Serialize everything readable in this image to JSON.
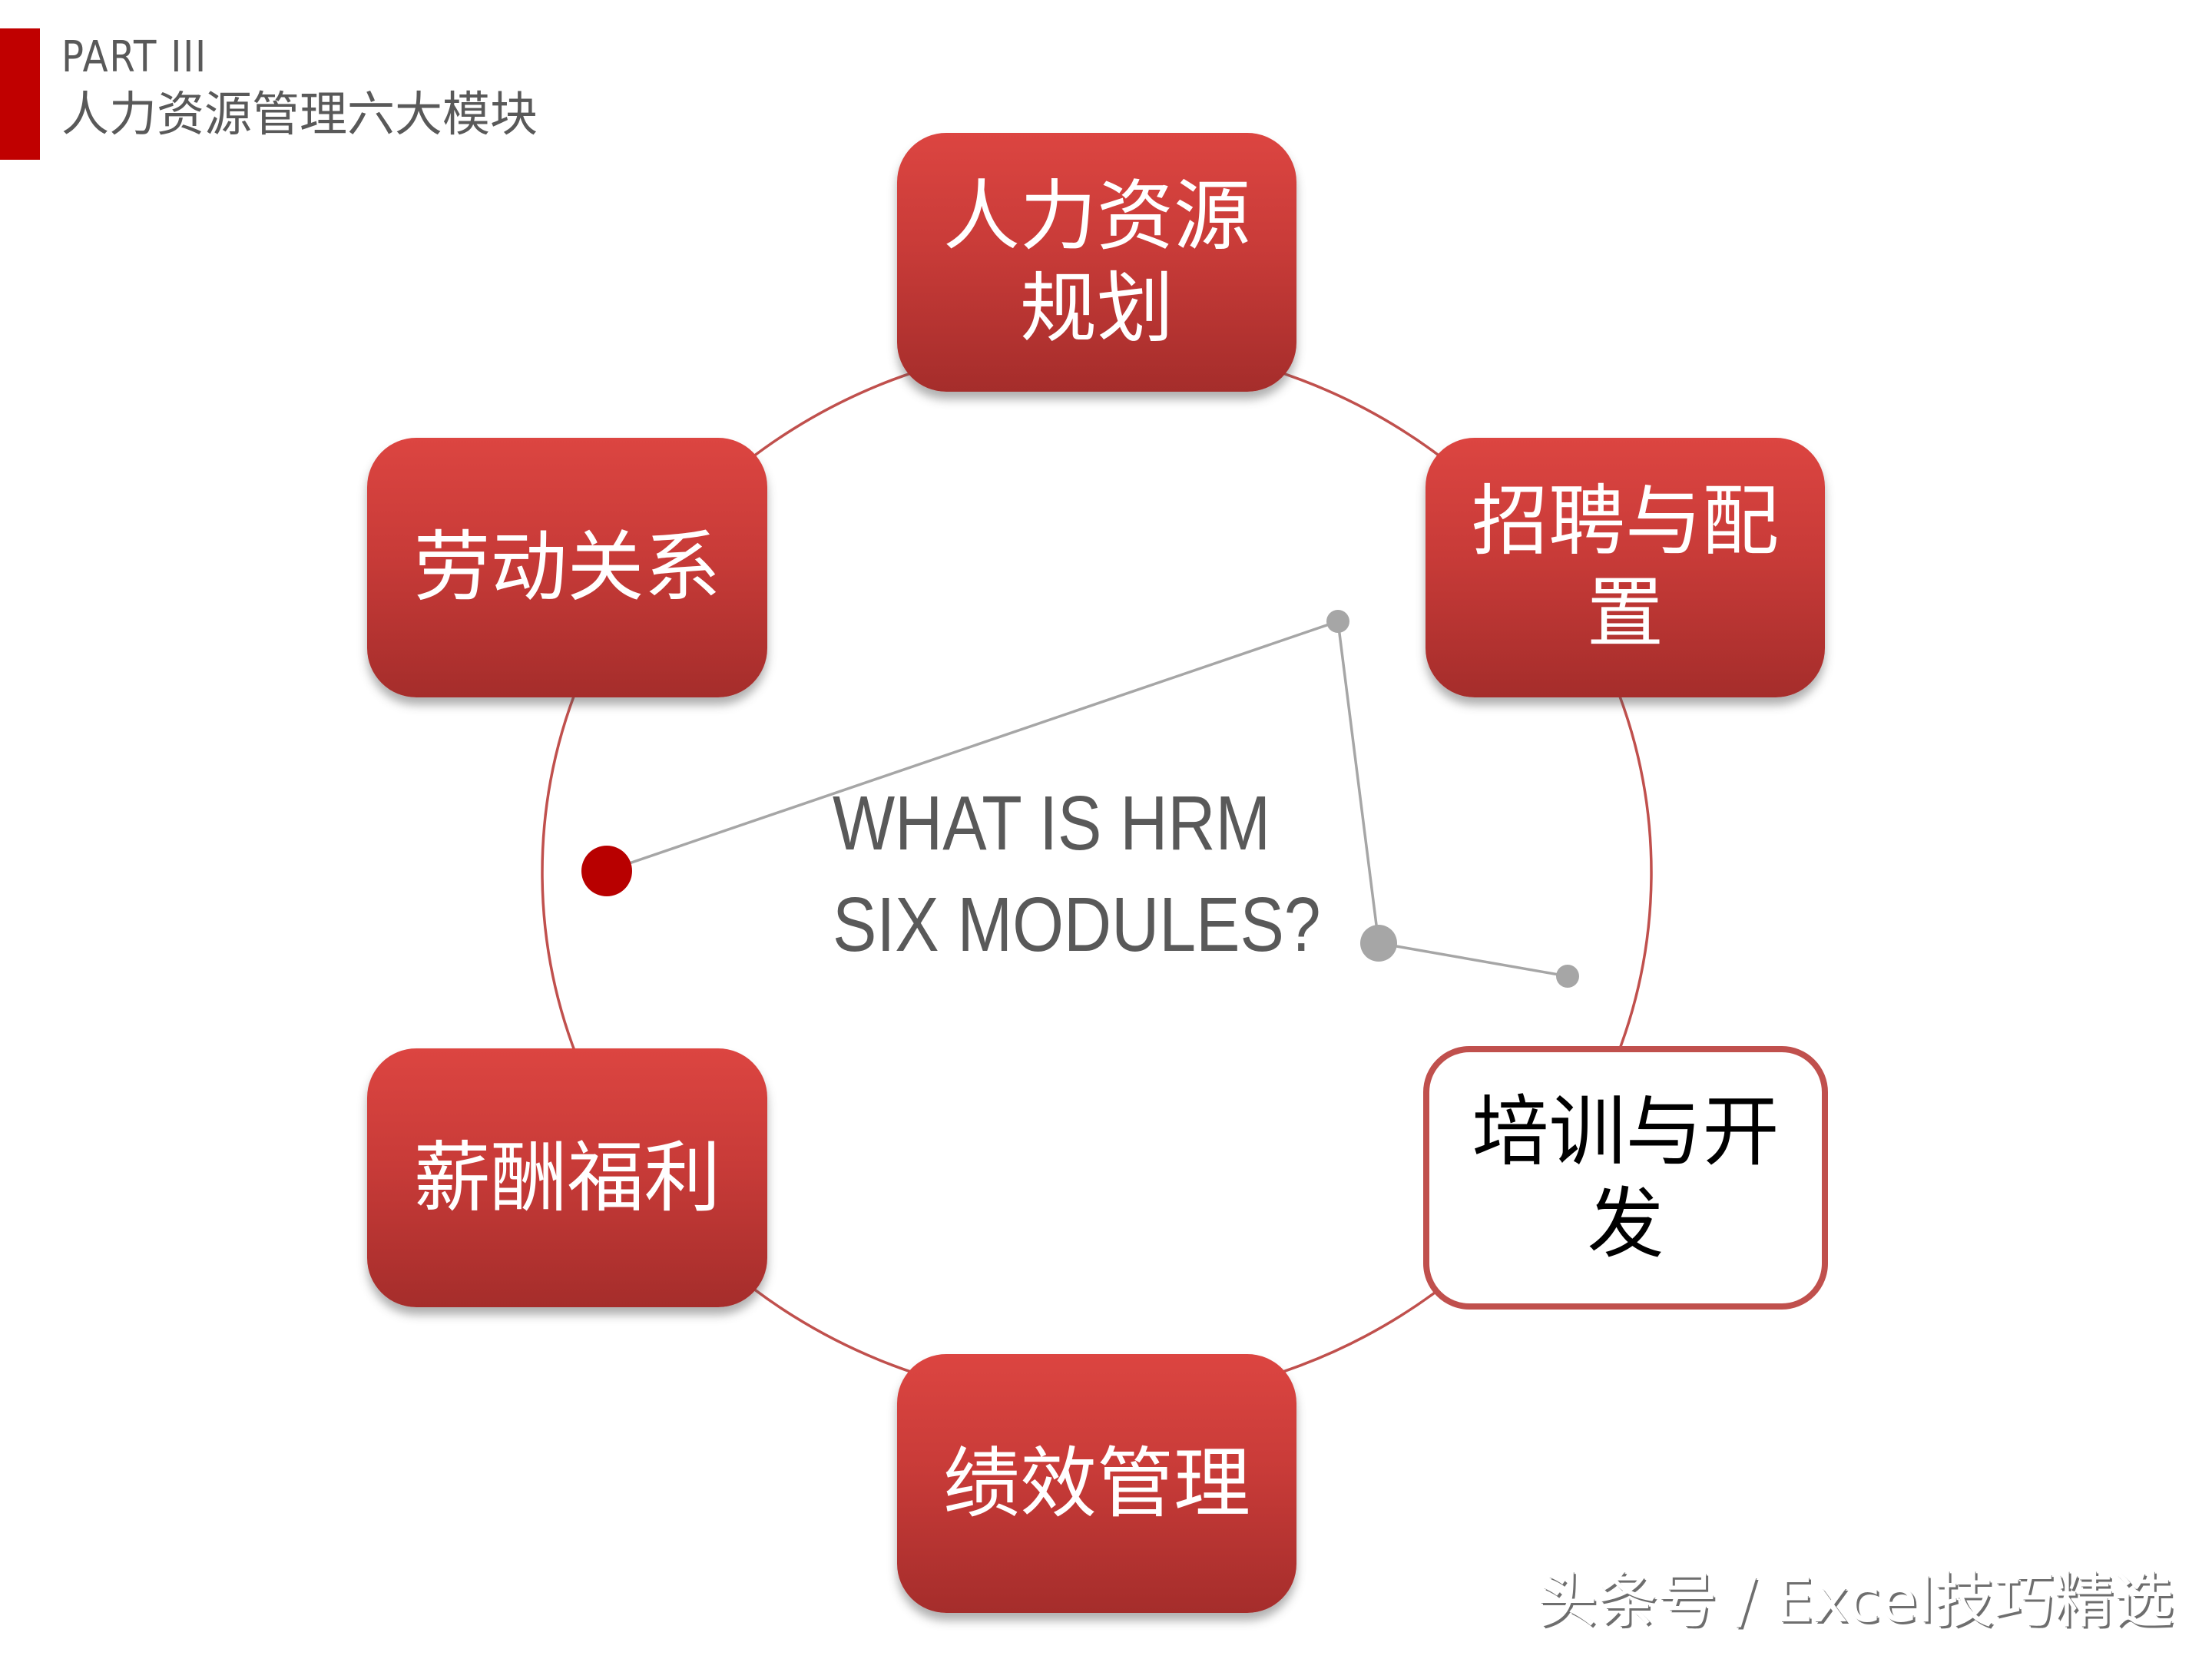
{
  "header": {
    "part_label": "PART III",
    "section_title": "人力资源管理六大模块",
    "accent_color": "#c00000"
  },
  "diagram": {
    "center_text": {
      "line1": "WHAT IS HRM",
      "line2": "SIX MODULES?"
    },
    "modules": [
      {
        "id": "hr-planning",
        "label": "人力资源规划",
        "style": "filled"
      },
      {
        "id": "recruitment",
        "label": "招聘与配置",
        "style": "filled"
      },
      {
        "id": "training",
        "label": "培训与开发",
        "style": "outlined"
      },
      {
        "id": "performance",
        "label": "绩效管理",
        "style": "filled"
      },
      {
        "id": "compensation",
        "label": "薪酬福利",
        "style": "filled"
      },
      {
        "id": "labor-relations",
        "label": "劳动关系",
        "style": "filled"
      }
    ],
    "colors": {
      "module_fill_top": "#dc4541",
      "module_fill_bottom": "#a52d2b",
      "ring": "#c0504d",
      "connector": "#a6a6a6",
      "marker_dot": "#b80000",
      "text_gray": "#595959"
    }
  },
  "watermark": {
    "text": "头条号 / Excel技巧精选"
  }
}
